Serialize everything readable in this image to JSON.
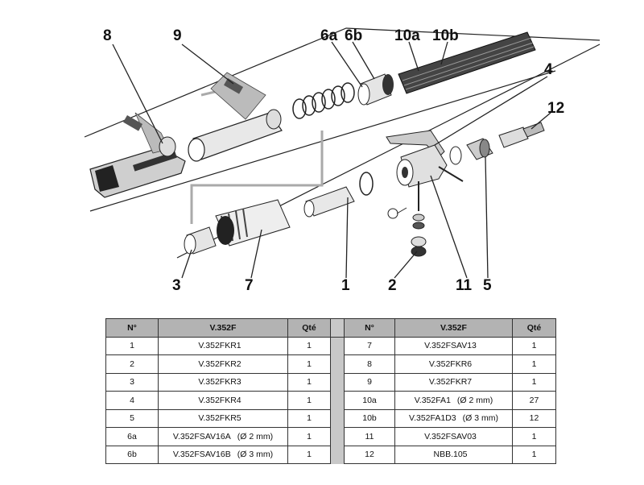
{
  "callouts": {
    "c8": "8",
    "c9": "9",
    "c6a": "6a",
    "c6b": "6b",
    "c10a": "10a",
    "c10b": "10b",
    "c4": "4",
    "c12": "12",
    "c3": "3",
    "c7": "7",
    "c1": "1",
    "c2": "2",
    "c11": "11",
    "c5": "5"
  },
  "table": {
    "headers": [
      "N°",
      "V.352F",
      "Qté",
      "N°",
      "V.352F",
      "Qté"
    ],
    "left_rows": [
      {
        "no": "1",
        "ref": "V.352FKR1",
        "dia": "",
        "qty": "1"
      },
      {
        "no": "2",
        "ref": "V.352FKR2",
        "dia": "",
        "qty": "1"
      },
      {
        "no": "3",
        "ref": "V.352FKR3",
        "dia": "",
        "qty": "1"
      },
      {
        "no": "4",
        "ref": "V.352FKR4",
        "dia": "",
        "qty": "1"
      },
      {
        "no": "5",
        "ref": "V.352FKR5",
        "dia": "",
        "qty": "1"
      },
      {
        "no": "6a",
        "ref": "V.352FSAV16A",
        "dia": "(Ø 2 mm)",
        "qty": "1"
      },
      {
        "no": "6b",
        "ref": "V.352FSAV16B",
        "dia": "(Ø 3 mm)",
        "qty": "1"
      }
    ],
    "right_rows": [
      {
        "no": "7",
        "ref": "V.352FSAV13",
        "dia": "",
        "qty": "1"
      },
      {
        "no": "8",
        "ref": "V.352FKR6",
        "dia": "",
        "qty": "1"
      },
      {
        "no": "9",
        "ref": "V.352FKR7",
        "dia": "",
        "qty": "1"
      },
      {
        "no": "10a",
        "ref": "V.352FA1",
        "dia": "(Ø 2 mm)",
        "qty": "27"
      },
      {
        "no": "10b",
        "ref": "V.352FA1D3",
        "dia": "(Ø 3 mm)",
        "qty": "12"
      },
      {
        "no": "11",
        "ref": "V.352FSAV03",
        "dia": "",
        "qty": "1"
      },
      {
        "no": "12",
        "ref": "NBB.105",
        "dia": "",
        "qty": "1"
      }
    ]
  }
}
